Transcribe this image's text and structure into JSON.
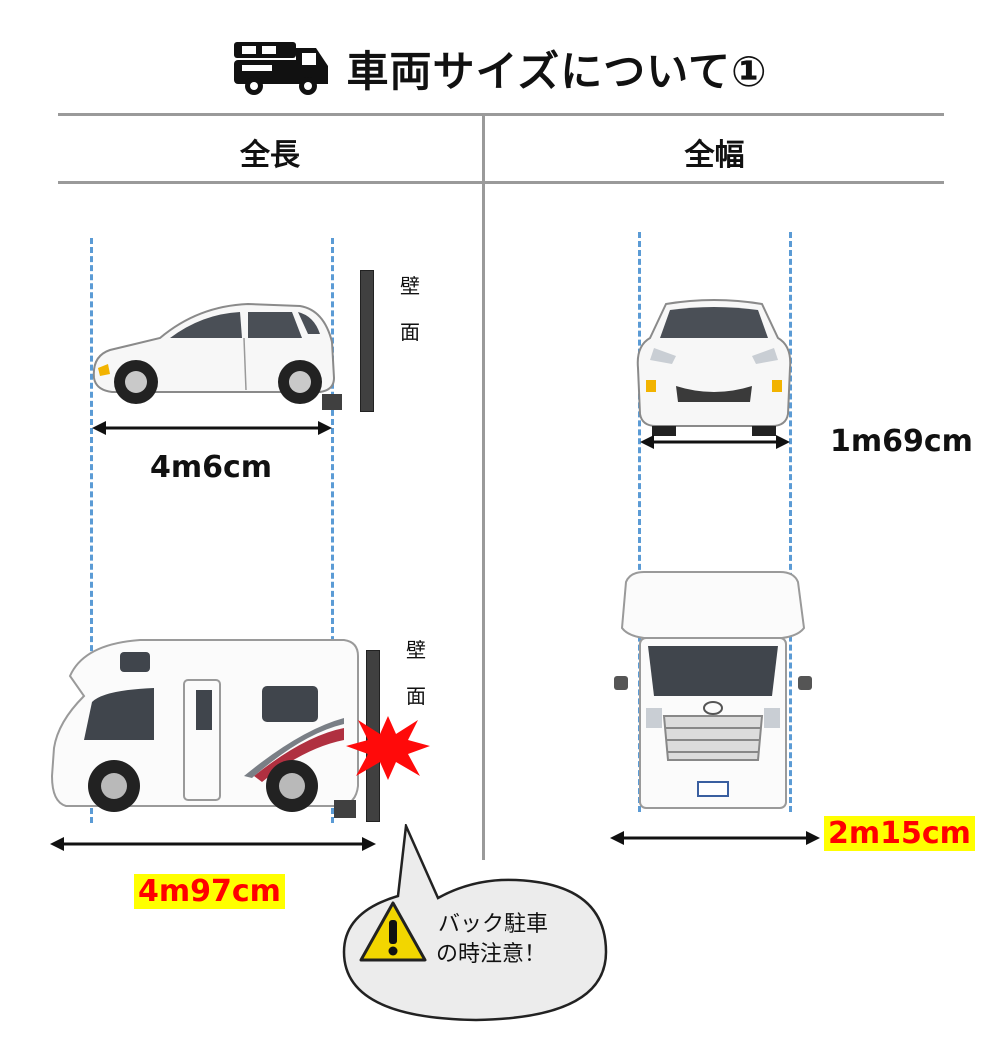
{
  "title": {
    "icon": "camper-van-icon",
    "text": "車両サイズについて①"
  },
  "columns": {
    "left": "全長",
    "right": "全幅"
  },
  "wall_label": [
    "壁",
    "面"
  ],
  "length": {
    "car": "4m6cm",
    "camper": "4m97cm"
  },
  "width": {
    "car": "1m69cm",
    "camper": "2m15cm"
  },
  "callout": {
    "line1": "バック駐車",
    "line2": "の時注意！"
  },
  "colors": {
    "dashed_guides": "#5b9bd5",
    "highlight_bg": "#ffff00",
    "highlight_text": "#ff0000",
    "impact": "#ff0000",
    "warning": "#f2d600"
  }
}
